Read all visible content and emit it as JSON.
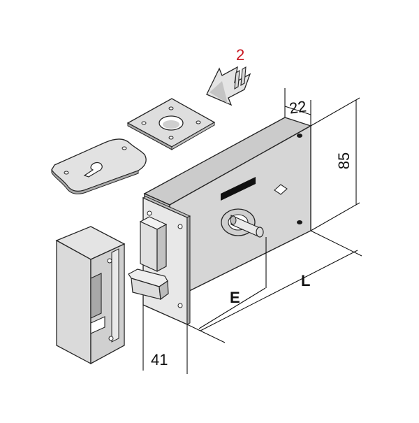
{
  "labels": {
    "quantity": "2",
    "depth": "22",
    "height": "85",
    "length": "L",
    "backset": "E",
    "thickness": "41"
  },
  "colors": {
    "face": "#d6d6d6",
    "face_light": "#e6e6e6",
    "face_dark": "#b2b2b2",
    "outline": "#262626",
    "quantity": "#c8141e",
    "dimension_line": "#111111"
  },
  "icons": {
    "arrow": "insert-arrow-icon",
    "screw": "screw-icon"
  }
}
